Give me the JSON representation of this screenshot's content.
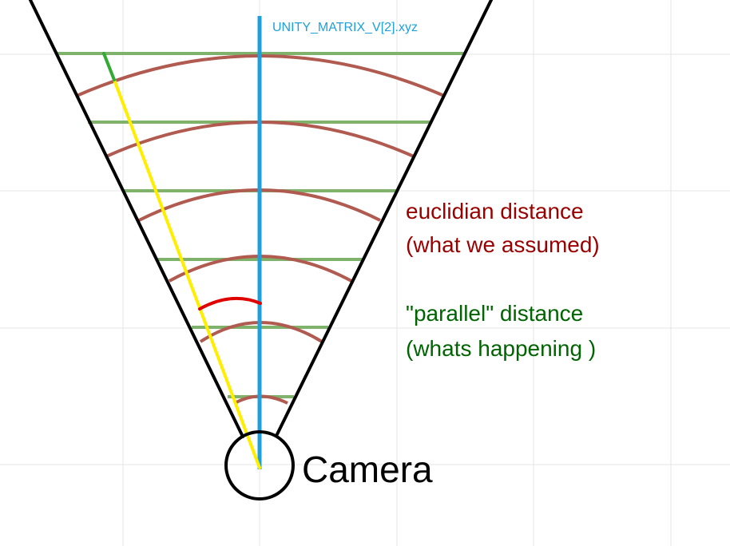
{
  "diagram": {
    "vector_label": "UNITY_MATRIX_V[2].xyz",
    "euclidian_line1": "euclidian distance",
    "euclidian_line2": "(what we assumed)",
    "parallel_line1": "\"parallel\" distance",
    "parallel_line2": "(whats happening )",
    "camera_label": "Camera"
  },
  "colors": {
    "grid": "#e6e6e6",
    "frustum": "#000000",
    "view_vector": "#1ea0dc",
    "vector_label": "#1ea0dc",
    "parallel_lines": "#7fb26a",
    "arcs": "#b05a50",
    "euclidian_text": "#990000",
    "parallel_text": "#006400",
    "ray": "#ffee00",
    "ray_tip": "#33aa33",
    "angle_mark": "#e00000"
  }
}
